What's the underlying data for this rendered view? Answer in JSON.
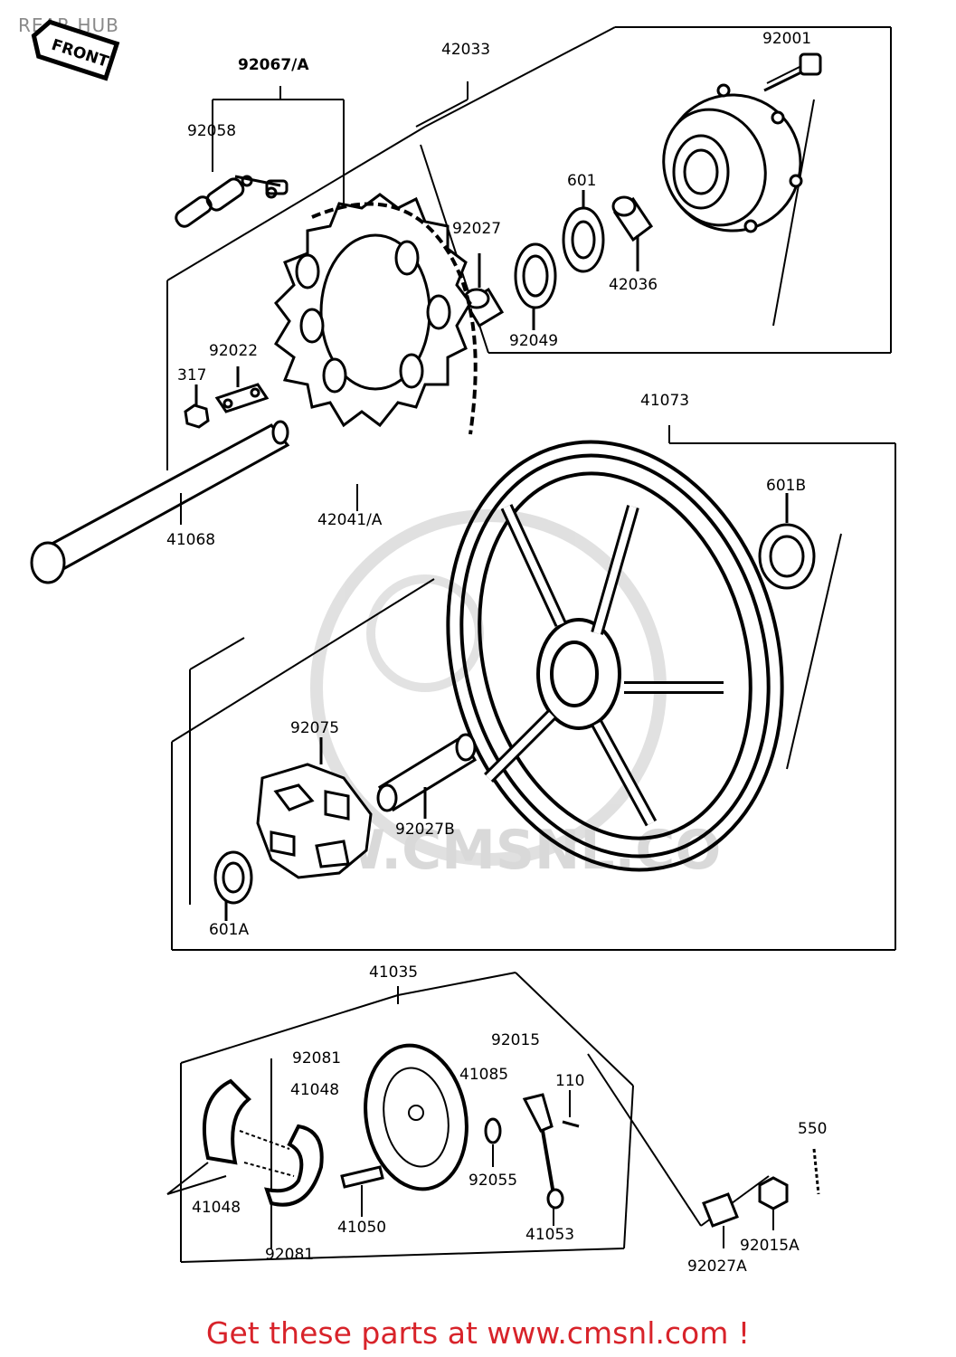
{
  "page": {
    "title": "REAR HUB",
    "footer": "Get these parts at www.cmsnl.com !",
    "watermark": "W.CMSNL.CO"
  },
  "badge": {
    "text": "FRONT"
  },
  "labels": {
    "p92067A": "92067/A",
    "p42033": "42033",
    "p92001": "92001",
    "p92058": "92058",
    "p601": "601",
    "p92027": "92027",
    "p42036": "42036",
    "p92049": "92049",
    "p92022": "92022",
    "p317": "317",
    "p41073": "41073",
    "p42041A": "42041/A",
    "p41068": "41068",
    "p601B": "601B",
    "p92075": "92075",
    "p92027B": "92027B",
    "p601A": "601A",
    "p41035": "41035",
    "p92081a": "92081",
    "p92015": "92015",
    "p41048a": "41048",
    "p41085": "41085",
    "p110": "110",
    "p550": "550",
    "p92055": "92055",
    "p41048b": "41048",
    "p41050": "41050",
    "p41053": "41053",
    "p92015A": "92015A",
    "p92081b": "92081",
    "p92027A": "92027A"
  }
}
